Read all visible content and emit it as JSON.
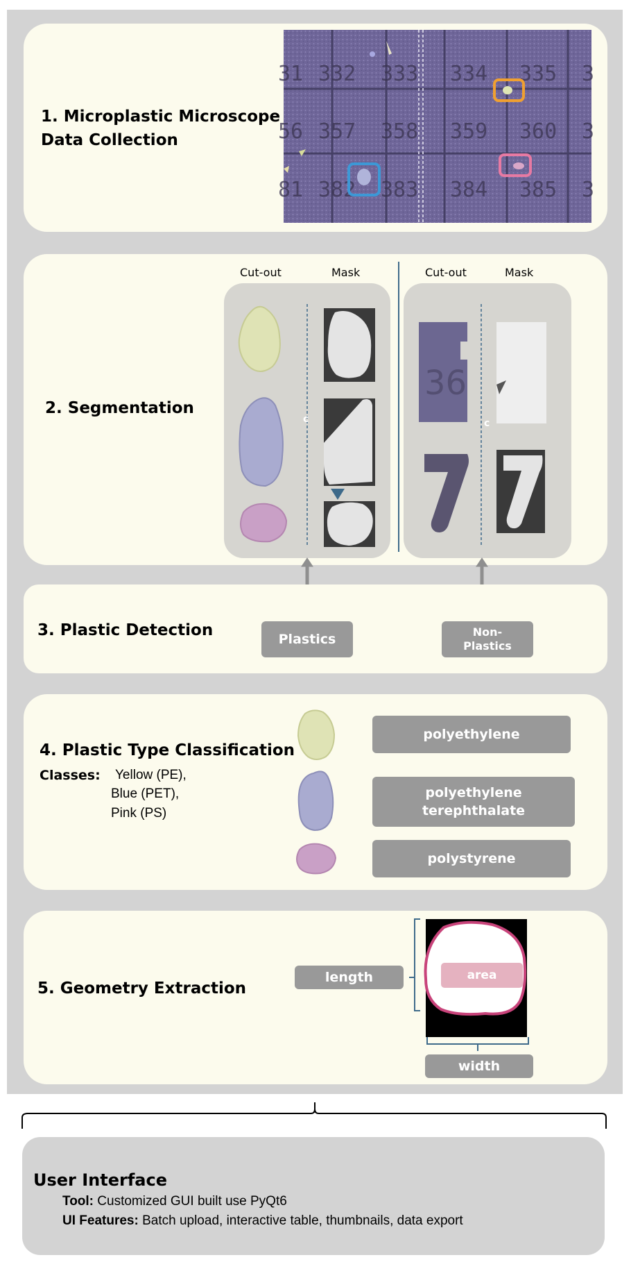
{
  "step1": {
    "title_line1": "1. Microplastic Microscope",
    "title_line2": "Data Collection",
    "grid_numbers_row1": [
      "31",
      "332",
      "333",
      "334",
      "335",
      "3"
    ],
    "grid_numbers_row2": [
      "56",
      "357",
      "358",
      "359",
      "360",
      "3"
    ],
    "grid_numbers_row3": [
      "81",
      "382",
      "383",
      "384",
      "385",
      "3"
    ],
    "highlight_colors": [
      "#f0a030",
      "#e77aa3",
      "#3d98d6"
    ]
  },
  "step2": {
    "title": "2. Segmentation",
    "left_group": {
      "cutout_header": "Cut-out",
      "mask_header": "Mask"
    },
    "right_group": {
      "cutout_header": "Cut-out",
      "mask_header": "Mask"
    }
  },
  "step3": {
    "title": "3. Plastic Detection",
    "plastics_label": "Plastics",
    "nonplastics_line1": "Non-",
    "nonplastics_line2": "Plastics"
  },
  "step4": {
    "title": "4. Plastic Type Classification",
    "classes_label": "Classes:",
    "class_yellow": "Yellow (PE),",
    "class_blue": "Blue (PET),",
    "class_pink": "Pink (PS)",
    "result_pe": "polyethylene",
    "result_pet_line1": "polyethylene",
    "result_pet_line2": "terephthalate",
    "result_ps": "polystyrene"
  },
  "step5": {
    "title": "5. Geometry Extraction",
    "length_label": "length",
    "area_label": "area",
    "width_label": "width"
  },
  "ui": {
    "title": "User Interface",
    "tool_label": "Tool:",
    "tool_value": " Customized GUI built use PyQt6",
    "features_label": "UI Features:",
    "features_value": " Batch upload, interactive table, thumbnails, data export"
  },
  "colors": {
    "panel_bg": "#fcfbed",
    "frame_bg": "#d3d3d3",
    "pill_gray": "#999999",
    "area_pink": "#e5b2c0",
    "outline_pink": "#c8437a",
    "bracket_blue": "#3e6a8a"
  }
}
